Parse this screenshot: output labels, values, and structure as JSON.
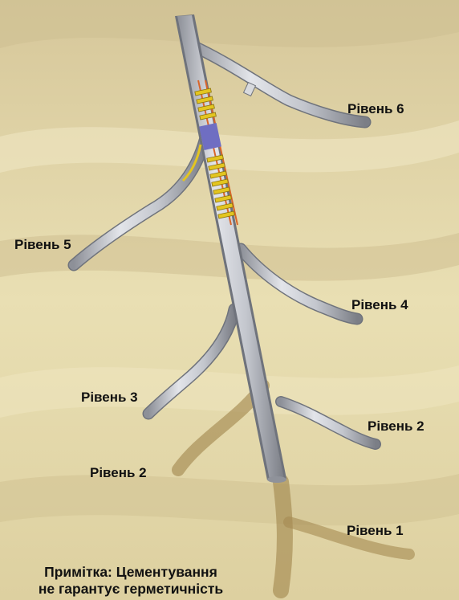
{
  "labels": {
    "level6": "Рівень 6",
    "level5": "Рівень 5",
    "level4": "Рівень 4",
    "level3": "Рівень 3",
    "level2_right": "Рівень 2",
    "level2_left": "Рівень 2",
    "level1": "Рівень 1"
  },
  "note": {
    "line1": "Примітка: Цементування",
    "line2": "не гарантує герметичність"
  },
  "colors": {
    "background": "#e7dcae",
    "pipe": "#b9bcc4",
    "pipe_edge": "#6f737c",
    "shadow": "#a58a52",
    "yellow_coil": "#e3c520",
    "orange_line": "#d9652a",
    "blue_sleeve": "#6f6ec2"
  }
}
